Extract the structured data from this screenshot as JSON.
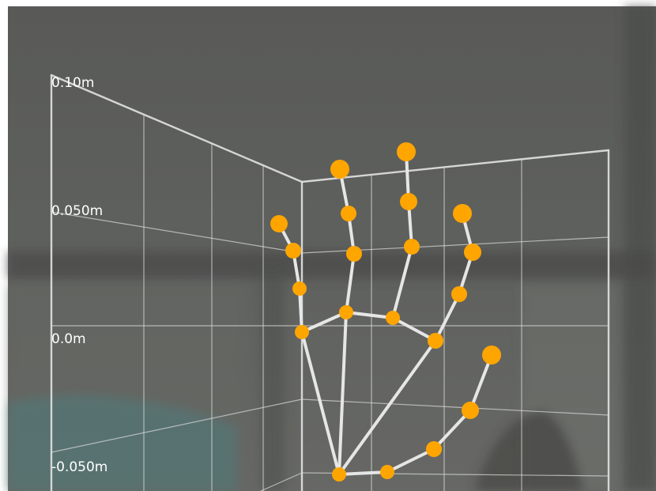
{
  "axis_labels": {
    "top": "0.10m",
    "upper": "0.050m",
    "zero": "0.0m",
    "lower": "-0.050m"
  },
  "colors": {
    "background": "#5c5e5c",
    "grid": "#dcdcdc",
    "bone": "#e6e6e6",
    "landmark": "#ffa500",
    "label": "#ffffff"
  },
  "landmark_count": 21,
  "hand_parts": [
    "wrist",
    "thumb",
    "index-finger",
    "middle-finger",
    "ring-finger",
    "pinky-finger"
  ]
}
